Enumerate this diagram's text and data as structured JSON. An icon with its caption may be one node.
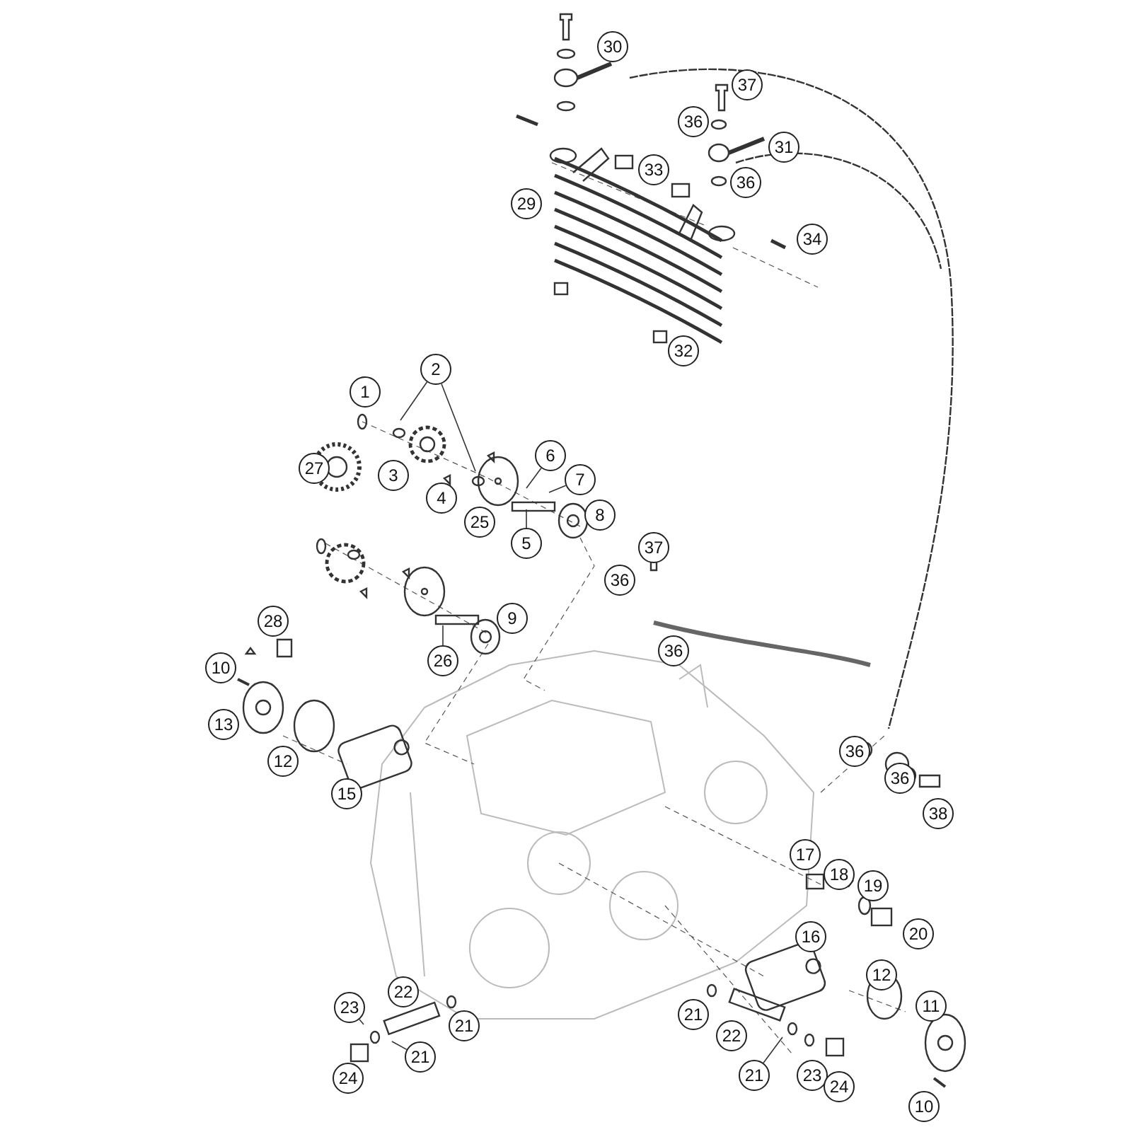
{
  "diagram": {
    "nodes": [
      {
        "text": [
          "2"
        ]
      },
      {
        "text": [
          "6"
        ]
      },
      {
        "text": [
          "7"
        ]
      },
      {
        "text": [
          "5"
        ]
      },
      {
        "text": [
          "26"
        ]
      },
      {
        "text": [
          "23"
        ]
      },
      {
        "text": [
          "21"
        ]
      },
      {
        "text": [
          "21"
        ]
      },
      {
        "text": [
          "30"
        ]
      },
      {
        "text": [
          "36"
        ]
      },
      {
        "text": [
          "37"
        ]
      },
      {
        "text": [
          "31"
        ]
      },
      {
        "text": [
          "33"
        ]
      },
      {
        "text": [
          "36"
        ]
      },
      {
        "text": [
          "29"
        ]
      },
      {
        "text": [
          "34"
        ]
      },
      {
        "text": [
          "32"
        ]
      },
      {
        "text": [
          "1"
        ]
      },
      {
        "text": [
          "27"
        ]
      },
      {
        "text": [
          "3"
        ]
      },
      {
        "text": [
          "4"
        ]
      },
      {
        "text": [
          "25"
        ]
      },
      {
        "text": [
          "8"
        ]
      },
      {
        "text": [
          "37"
        ]
      },
      {
        "text": [
          "36"
        ]
      },
      {
        "text": [
          "28"
        ]
      },
      {
        "text": [
          "9"
        ]
      },
      {
        "text": [
          "36"
        ]
      },
      {
        "text": [
          "10"
        ]
      },
      {
        "text": [
          "13"
        ]
      },
      {
        "text": [
          "12"
        ]
      },
      {
        "text": [
          "15"
        ]
      },
      {
        "text": [
          "36"
        ]
      },
      {
        "text": [
          "36"
        ]
      },
      {
        "text": [
          "38"
        ]
      },
      {
        "text": [
          "17"
        ]
      },
      {
        "text": [
          "18"
        ]
      },
      {
        "text": [
          "19"
        ]
      },
      {
        "text": [
          "20"
        ]
      },
      {
        "text": [
          "16"
        ]
      },
      {
        "text": [
          "12"
        ]
      },
      {
        "text": [
          "22"
        ]
      },
      {
        "text": [
          "21"
        ]
      },
      {
        "text": [
          "11"
        ]
      },
      {
        "text": [
          "21"
        ]
      },
      {
        "text": [
          "22"
        ]
      },
      {
        "text": [
          "23"
        ]
      },
      {
        "text": [
          "24"
        ]
      },
      {
        "text": [
          "24"
        ]
      },
      {
        "text": [
          "10"
        ]
      }
    ],
    "edges": [
      {
        "from": 0,
        "to": null,
        "arrow": "none"
      },
      {
        "from": 0,
        "to": null,
        "arrow": "none"
      },
      {
        "from": 1,
        "to": null,
        "arrow": "none"
      },
      {
        "from": 2,
        "to": null,
        "arrow": "none"
      },
      {
        "from": 3,
        "to": null,
        "arrow": "none"
      },
      {
        "from": 4,
        "to": null,
        "arrow": "none"
      },
      {
        "from": 5,
        "to": null,
        "arrow": "none"
      },
      {
        "from": 6,
        "to": null,
        "arrow": "none"
      },
      {
        "from": 7,
        "to": null,
        "arrow": "none"
      }
    ]
  }
}
